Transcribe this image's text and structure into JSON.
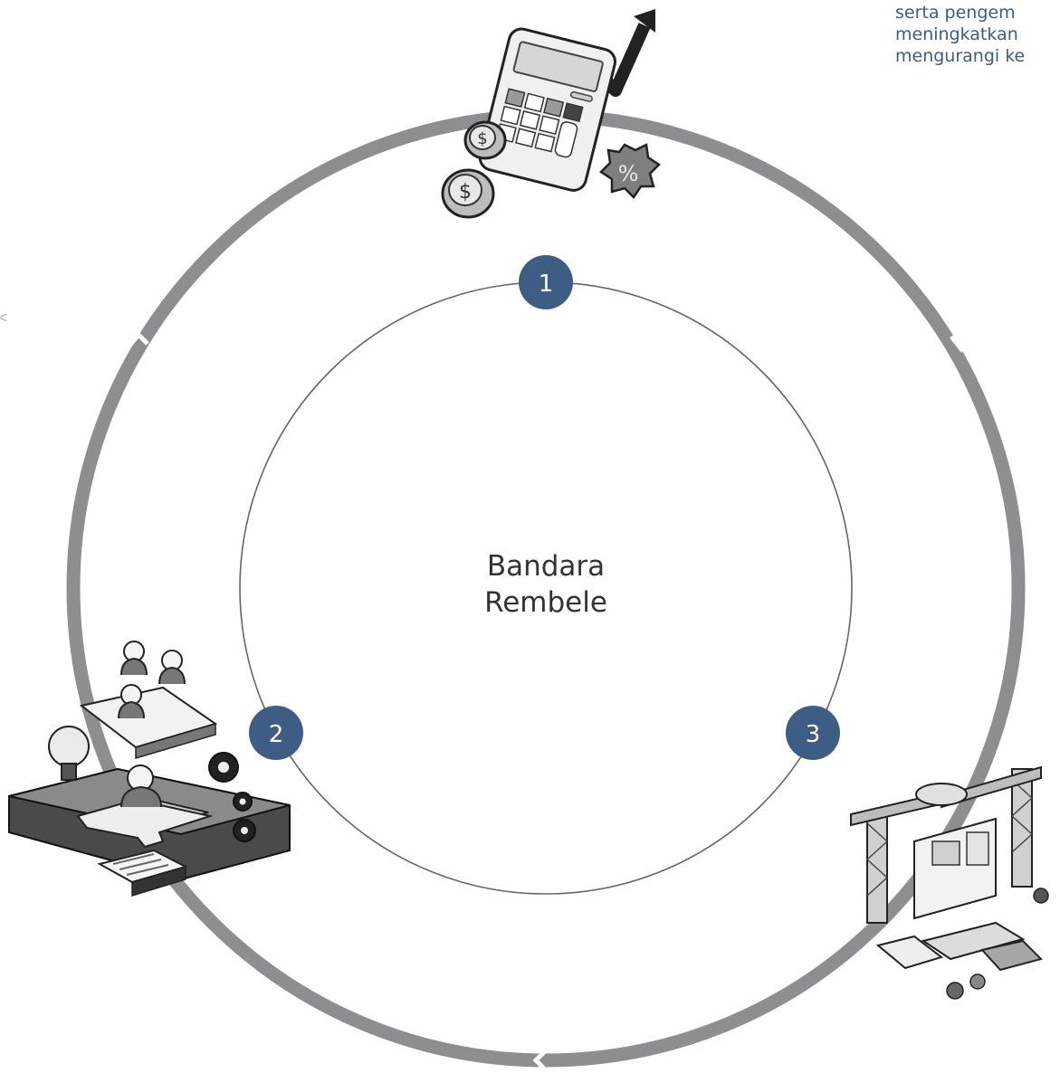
{
  "corner_text": {
    "line1": "serta pengem",
    "line2": "meningkatkan",
    "line3": "mengurangi ke"
  },
  "edge_mark": "<",
  "center": {
    "line1": "Bandara",
    "line2": "Rembele"
  },
  "steps": [
    {
      "number": "1"
    },
    {
      "number": "2"
    },
    {
      "number": "3"
    }
  ],
  "colors": {
    "outer_ring": "#8e8e90",
    "inner_ring": "#666666",
    "badge": "#3d5d84",
    "corner_text": "#3d5d84"
  },
  "icons": {
    "top": "calculator-finance-icon",
    "left": "teamwork-puzzle-icon",
    "right": "construction-interface-icon"
  }
}
